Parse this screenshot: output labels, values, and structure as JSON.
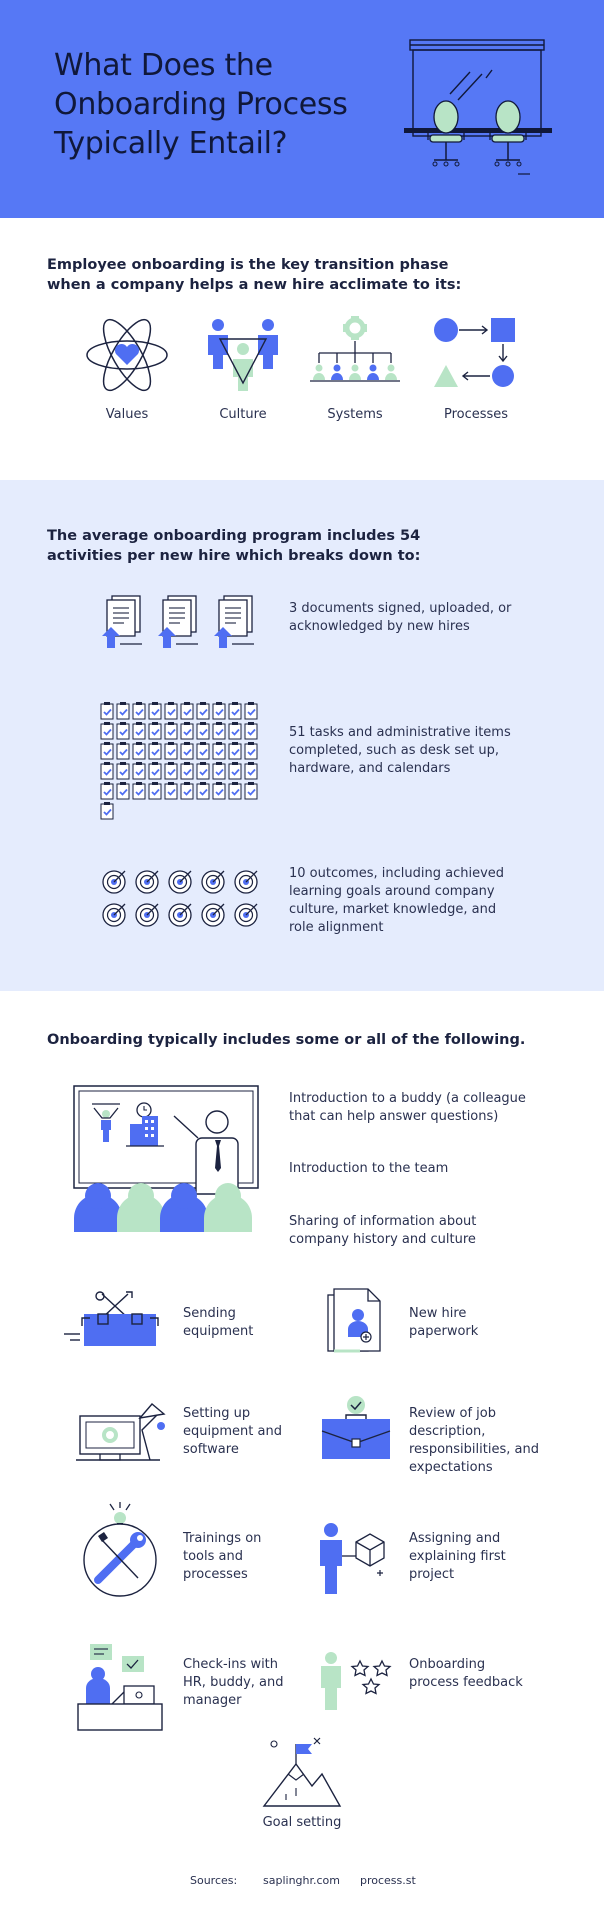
{
  "header": {
    "title": "What Does the Onboarding Process Typically Entail?"
  },
  "colors": {
    "header_bg": "#5678f5",
    "band_bg": "#e5ecfd",
    "blue": "#4f6ef2",
    "green": "#b8e4c6",
    "ink": "#1c2340"
  },
  "section1": {
    "intro": "Employee onboarding is the key transition phase when a company helps a new hire acclimate to its:",
    "pillars": [
      {
        "label": "Values",
        "icon": "atom-heart-icon"
      },
      {
        "label": "Culture",
        "icon": "people-triangle-icon"
      },
      {
        "label": "Systems",
        "icon": "hierarchy-icon"
      },
      {
        "label": "Processes",
        "icon": "process-flow-icon"
      }
    ]
  },
  "section2": {
    "intro": "The average onboarding program includes 54 activities per new hire which breaks down to:",
    "activities": [
      {
        "text": "3 documents signed, uploaded, or acknowledged by new hires",
        "count": 3,
        "icon": "document-upload-icon"
      },
      {
        "text": "51 tasks and administrative items completed, such as desk set up, hardware, and calendars",
        "count": 51,
        "icon": "checklist-icon"
      },
      {
        "text": "10 outcomes, including achieved learning goals around company culture, market knowledge, and role alignment",
        "count": 10,
        "icon": "target-icon"
      }
    ]
  },
  "section3": {
    "intro": "Onboarding typically includes some or all of the following.",
    "presentation_items": [
      "Introduction to a buddy (a colleague that can help answer questions)",
      "Introduction to the team",
      "Sharing of information about company history and culture"
    ],
    "items": [
      {
        "text": "Sending equipment",
        "icon": "toolbox-icon"
      },
      {
        "text": "New hire paperwork",
        "icon": "paperwork-icon"
      },
      {
        "text": "Setting up equipment and software",
        "icon": "computer-lamp-icon"
      },
      {
        "text": "Review of job description, responsibilities, and expectations",
        "icon": "briefcase-check-icon"
      },
      {
        "text": "Trainings on tools and processes",
        "icon": "tools-icon"
      },
      {
        "text": "Assigning and explaining first project",
        "icon": "person-box-icon"
      },
      {
        "text": "Check-ins with HR, buddy, and manager",
        "icon": "desk-chat-icon"
      },
      {
        "text": "Onboarding process feedback",
        "icon": "person-stars-icon"
      }
    ],
    "final": {
      "text": "Goal setting",
      "icon": "mountain-flag-icon"
    }
  },
  "sources": {
    "label": "Sources:",
    "links": [
      "saplinghr.com",
      "process.st"
    ]
  }
}
